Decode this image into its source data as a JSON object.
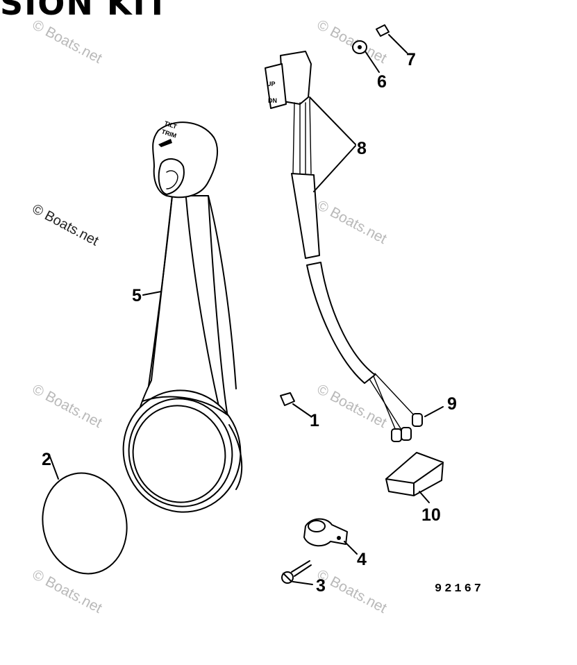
{
  "diagram": {
    "title_fragment": "SION KIT",
    "figure_number": "92167",
    "watermark": "© Boats.net",
    "control_labels": {
      "tilt": "TILT",
      "trim": "TRIM",
      "up": "UP",
      "dn": "DN"
    },
    "callouts": [
      {
        "id": "1",
        "part": "bolt"
      },
      {
        "id": "2",
        "part": "cover-lens"
      },
      {
        "id": "3",
        "part": "screw"
      },
      {
        "id": "4",
        "part": "clamp"
      },
      {
        "id": "5",
        "part": "control-handle"
      },
      {
        "id": "6",
        "part": "washer-nut"
      },
      {
        "id": "7",
        "part": "screw"
      },
      {
        "id": "8",
        "part": "trim-switch-harness"
      },
      {
        "id": "9",
        "part": "wire-terminals"
      },
      {
        "id": "10",
        "part": "terminal-block"
      }
    ]
  }
}
